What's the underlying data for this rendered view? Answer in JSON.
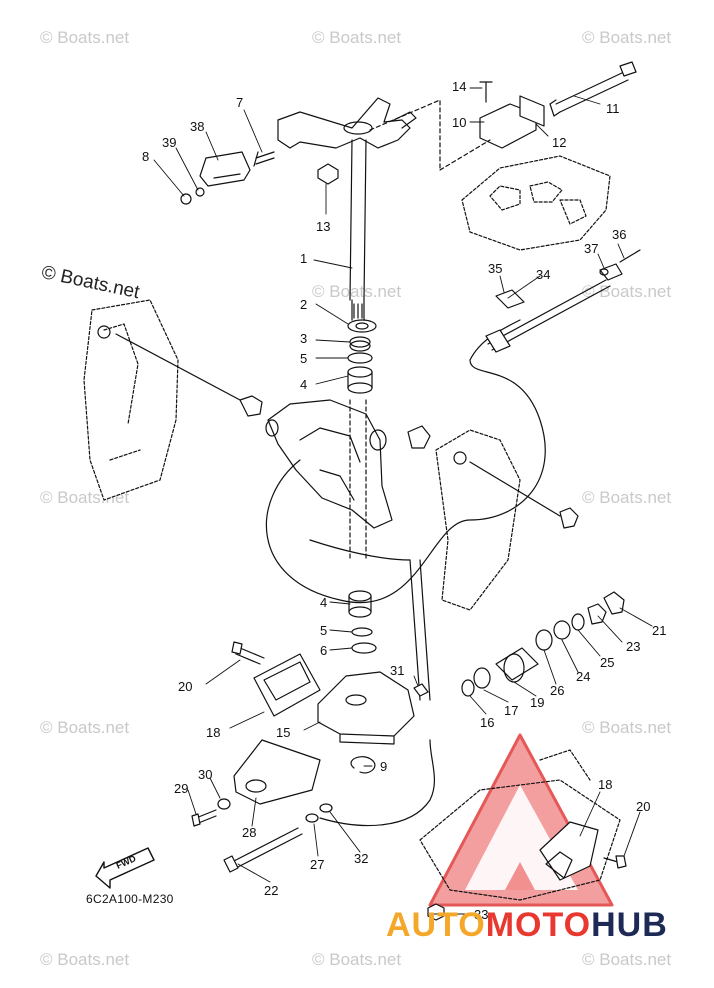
{
  "watermark": "© Boats.net",
  "diagram_code": "6C2A100-M230",
  "fwd_label": "FWD",
  "brand": {
    "part1": "AUTO",
    "part2": "MOTO",
    "part3": "HUB",
    "color1": "#f5a72a",
    "color2": "#e8382f",
    "color3": "#1d2a55"
  },
  "callouts": {
    "n1": "1",
    "n2": "2",
    "n3": "3",
    "n4a": "4",
    "n4b": "4",
    "n5a": "5",
    "n5b": "5",
    "n6": "6",
    "n7": "7",
    "n8": "8",
    "n9": "9",
    "n10": "10",
    "n11": "11",
    "n12": "12",
    "n13": "13",
    "n14": "14",
    "n15": "15",
    "n16": "16",
    "n17": "17",
    "n18a": "18",
    "n18b": "18",
    "n19": "19",
    "n20a": "20",
    "n20b": "20",
    "n21": "21",
    "n22": "22",
    "n23": "23",
    "n24": "24",
    "n25": "25",
    "n26": "26",
    "n27": "27",
    "n28": "28",
    "n29": "29",
    "n30": "30",
    "n31": "31",
    "n32": "32",
    "n33": "33",
    "n34": "34",
    "n35": "35",
    "n36": "36",
    "n37": "37",
    "n38": "38",
    "n39": "39"
  }
}
